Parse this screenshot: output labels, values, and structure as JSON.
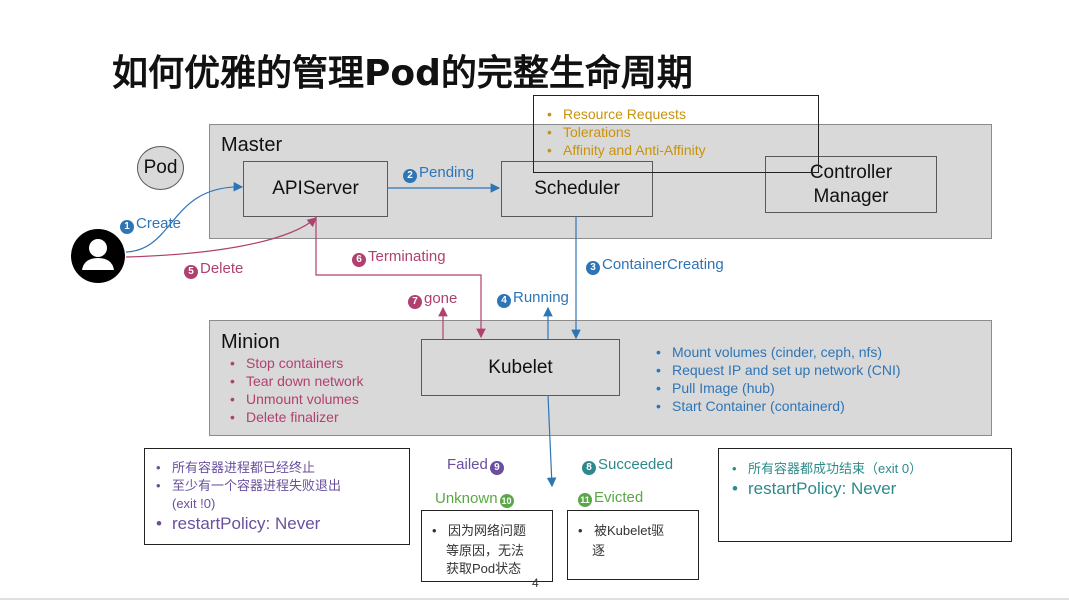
{
  "title": "如何优雅的管理Pod的完整生命周期",
  "page_number": "4",
  "pod_label": "Pod",
  "master": {
    "label": "Master",
    "apiserver": "APIServer",
    "scheduler": "Scheduler",
    "controller_manager": "Controller\nManager"
  },
  "scheduler_notes": [
    "Resource Requests",
    "Tolerations",
    "Affinity and Anti-Affinity"
  ],
  "minion": {
    "label": "Minion",
    "kubelet": "Kubelet",
    "stop_steps": [
      "Stop containers",
      "Tear down network",
      "Unmount volumes",
      "Delete finalizer"
    ],
    "start_steps": [
      "Mount volumes (cinder, ceph, nfs)",
      "Request IP and set up network (CNI)",
      "Pull Image (hub)",
      "Start Container (containerd)"
    ]
  },
  "edges": {
    "create": {
      "num": "1",
      "text": "Create"
    },
    "pending": {
      "num": "2",
      "text": "Pending"
    },
    "container_creating": {
      "num": "3",
      "text": "ContainerCreating"
    },
    "running": {
      "num": "4",
      "text": "Running"
    },
    "delete": {
      "num": "5",
      "text": "Delete"
    },
    "terminating": {
      "num": "6",
      "text": "Terminating"
    },
    "gone": {
      "num": "7",
      "text": "gone"
    },
    "succeeded": {
      "num": "8",
      "text": "Succeeded"
    },
    "failed": {
      "num": "9",
      "text": "Failed"
    },
    "unknown": {
      "num": "10",
      "text": "Unknown"
    },
    "evicted": {
      "num": "11",
      "text": "Evicted"
    }
  },
  "failed_notes": {
    "line1": "所有容器进程都已经终止",
    "line2a": "至少有一个容器进程失败退出",
    "line2b": "(exit !0)",
    "line3": "restartPolicy: Never"
  },
  "succeeded_notes": {
    "line1": "所有容器都成功结束（exit 0）",
    "line2": "restartPolicy: Never"
  },
  "unknown_notes": {
    "line1": "因为网络问题",
    "line2": "等原因，无法",
    "line3": "获取Pod状态"
  },
  "evicted_notes": {
    "line1": "被Kubelet驱",
    "line2": "逐"
  },
  "colors": {
    "blue": "#2e75b6",
    "red": "#b0416f",
    "gold": "#c9930a",
    "green": "#5aa845",
    "purple": "#6a4f9e",
    "teal": "#2e8a8a",
    "region_gray": "#d9d9d9"
  },
  "icons": {
    "user": "user-avatar-icon"
  }
}
